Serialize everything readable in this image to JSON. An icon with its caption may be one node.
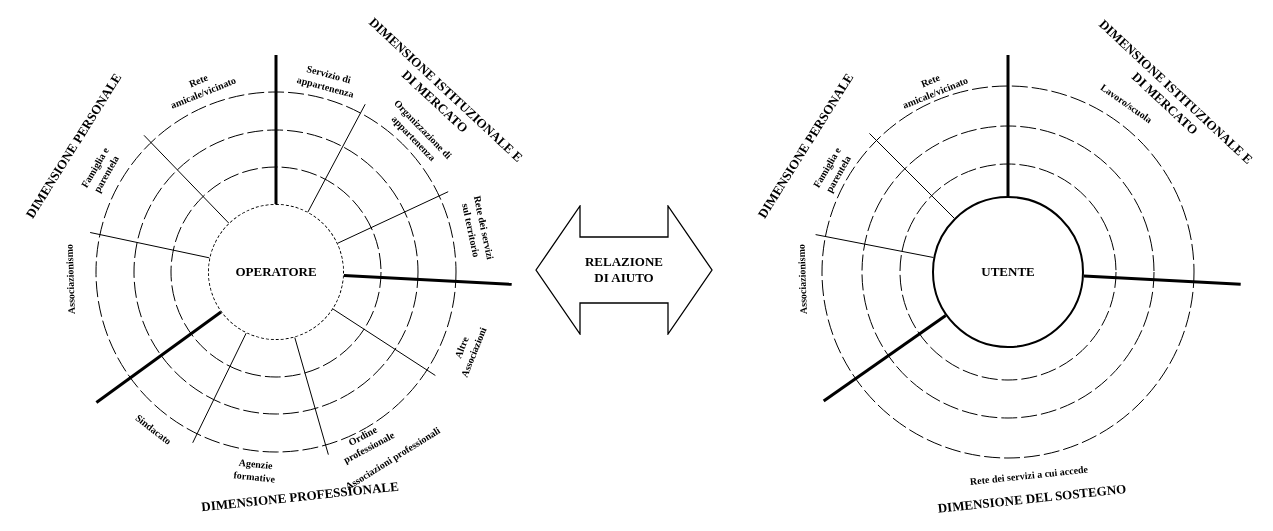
{
  "diagram": {
    "nodes": [
      {
        "text": [
          "OPERATORE"
        ]
      },
      {
        "text": [
          "RELAZIONE DI AIUTO"
        ]
      },
      {
        "text": [
          "UTENTE"
        ]
      }
    ],
    "labels": [
      "DIMENSIONE PERSONALE",
      "Rete amicale/vicinato",
      "Servizio di appartenenza",
      "DIMENSIONE ISTITUZIONALE E DI MERCATO",
      "Organizzazione di appartenenza",
      "Famiglia e parentela",
      "Rete dei servizi sul territorio",
      "Associazionismo",
      "Altre Associazioni",
      "Sindacato",
      "Agenzie formative",
      "Ordine professionale",
      "Associazioni professionali",
      "DIMENSIONE PROFESSIONALE",
      "DIMENSIONE PERSONALE",
      "Rete amicale/vicinato",
      "DIMENSIONE ISTITUZIONALE E DI MERCATO",
      "Famiglia e parentela",
      "Lavoro/scuola",
      "Associazionismo",
      "Rete dei servizi a cui accede",
      "DIMENSIONE DEL SOSTEGNO"
    ]
  }
}
